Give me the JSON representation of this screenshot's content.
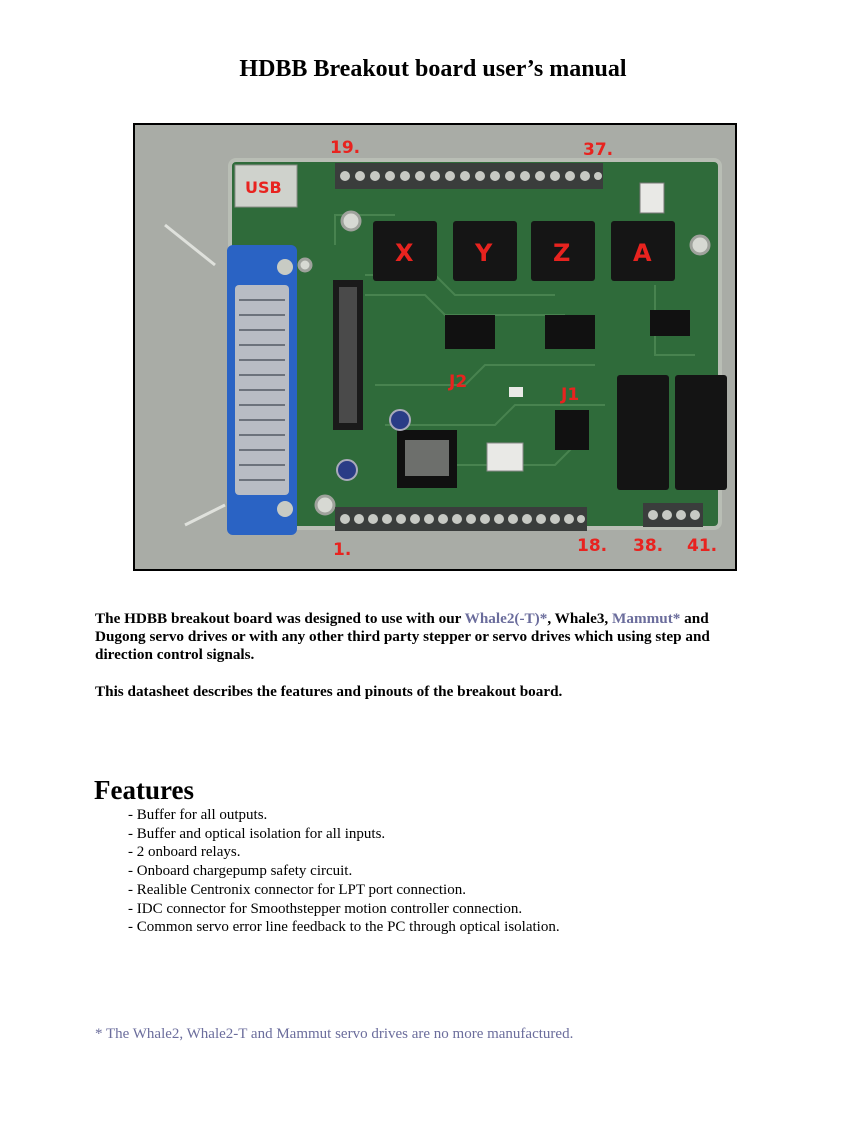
{
  "title": "HDBB Breakout board user’s manual",
  "photo": {
    "labels": {
      "usb": "USB",
      "pin19": "19.",
      "pin37": "37.",
      "pin1": "1.",
      "pin18": "18.",
      "pin38": "38.",
      "pin41": "41.",
      "axis_x": "X",
      "axis_y": "Y",
      "axis_z": "Z",
      "axis_a": "A",
      "j2": "J2",
      "j1": "J1"
    }
  },
  "intro": {
    "part1": "The HDBB breakout board was designed to use with our ",
    "link1": "Whale2(-T)*",
    "part2": ", Whale3, ",
    "link2": "Mammut*",
    "part3": " and Dugong servo drives or with any other third party stepper or servo drives which using step and direction control signals."
  },
  "description": "This datasheet describes the features and pinouts of the breakout board.",
  "features": {
    "heading": "Features",
    "items": [
      "- Buffer for all outputs.",
      "- Buffer and optical isolation for all inputs.",
      "- 2 onboard relays.",
      "- Onboard chargepump safety circuit.",
      "- Realible Centronix connector for LPT port connection.",
      "- IDC connector for Smoothstepper motion controller connection.",
      "- Common servo error line feedback to the PC through optical isolation."
    ]
  },
  "footnote": "* The Whale2, Whale2-T and Mammut servo drives are no more manufactured.",
  "colors": {
    "label_red": "#e8231f",
    "link_color": "#6b6d9c",
    "pcb_green": "#2f6b3a"
  }
}
